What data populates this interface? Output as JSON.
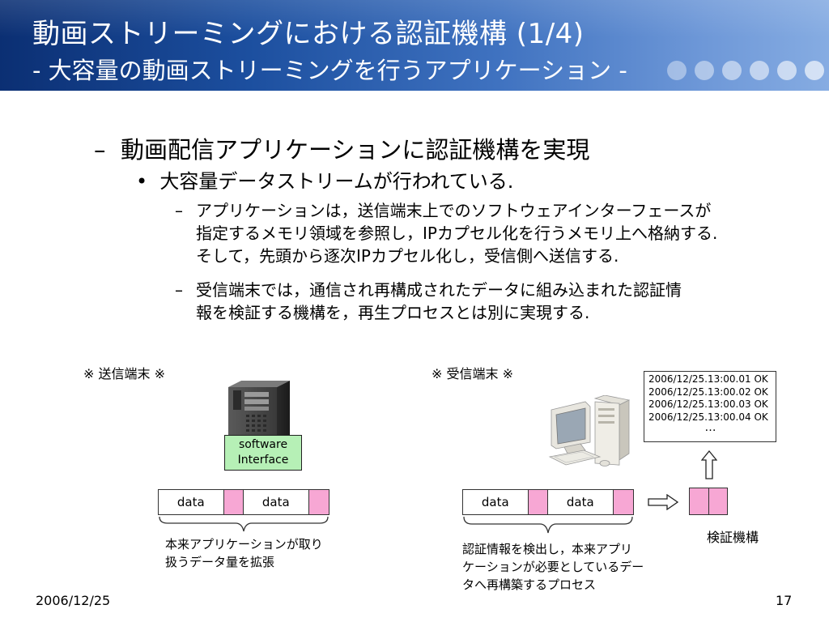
{
  "header": {
    "title": "動画ストリーミングにおける認証機構 (1/4)",
    "subtitle": "- 大容量の動画ストリーミングを行うアプリケーション -"
  },
  "body": {
    "level1": {
      "mark": "–",
      "text": "動画配信アプリケーションに認証機構を実現"
    },
    "level2": {
      "mark": "•",
      "text": "大容量データストリームが行われている."
    },
    "level3": [
      {
        "mark": "–",
        "lines": [
          "アプリケーションは，送信端末上でのソフトウェアインターフェースが",
          "指定するメモリ領域を参照し，IPカプセル化を行うメモリ上へ格納する.",
          "そして，先頭から逐次IPカプセル化し，受信側へ送信する."
        ]
      },
      {
        "mark": "–",
        "lines": [
          "受信端末では，通信され再構成されたデータに組み込まれた認証情",
          "報を検証する機構を，再生プロセスとは別に実現する."
        ]
      }
    ]
  },
  "diagram": {
    "sender": {
      "label": "※ 送信端末 ※",
      "software_box": [
        "software",
        "Interface"
      ],
      "packet": [
        "data",
        "",
        "data",
        ""
      ],
      "caption": [
        "本来アプリケーションが取り",
        "扱うデータ量を拡張"
      ]
    },
    "receiver": {
      "label": "※ 受信端末 ※",
      "packet": [
        "data",
        "",
        "data",
        ""
      ],
      "caption": [
        "認証情報を検出し，本来アプリ",
        "ケーションが必要としているデー",
        "タへ再構築するプロセス"
      ],
      "log_lines": [
        "2006/12/25.13:00.01 OK",
        "2006/12/25.13:00.02 OK",
        "2006/12/25.13:00.03 OK",
        "2006/12/25.13:00.04 OK"
      ],
      "log_ellipsis": "…",
      "verification_label": "検証機構"
    }
  },
  "colors": {
    "header_dark": "#0b2f73",
    "header_light": "#86ace2",
    "auth_pink": "#f7a7d4",
    "software_green": "#b6f0b6"
  },
  "footer": {
    "date": "2006/12/25",
    "page_number": "17"
  }
}
